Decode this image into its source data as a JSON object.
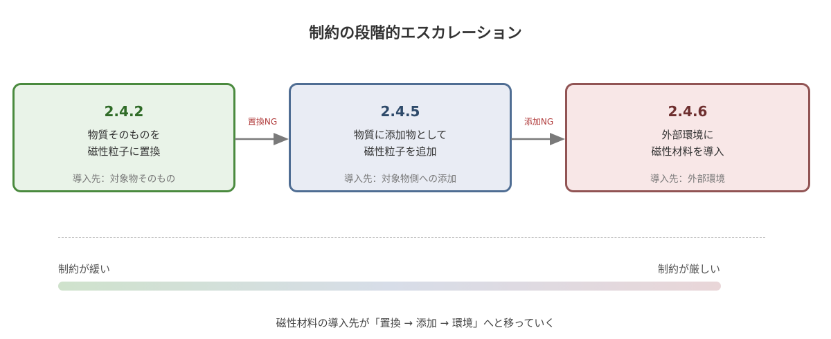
{
  "title": "制約の段階的エスカレーション",
  "stages": [
    {
      "code": "2.4.2",
      "desc_line1": "物質そのものを",
      "desc_line2": "磁性粒子に置換",
      "destination": "導入先：対象物そのもの",
      "color": "#4a8a3e"
    },
    {
      "code": "2.4.5",
      "desc_line1": "物質に添加物として",
      "desc_line2": "磁性粒子を追加",
      "destination": "導入先：対象物側への添加",
      "color": "#4f6d93"
    },
    {
      "code": "2.4.6",
      "desc_line1": "外部環境に",
      "desc_line2": "磁性材料を導入",
      "destination": "導入先：外部環境",
      "color": "#915454"
    }
  ],
  "arrows": [
    {
      "label": "置換NG"
    },
    {
      "label": "添加NG"
    }
  ],
  "scale": {
    "left_label": "制約が緩い",
    "right_label": "制約が厳しい"
  },
  "caption": "磁性材料の導入先が「置換 → 添加 → 環境」へと移っていく"
}
